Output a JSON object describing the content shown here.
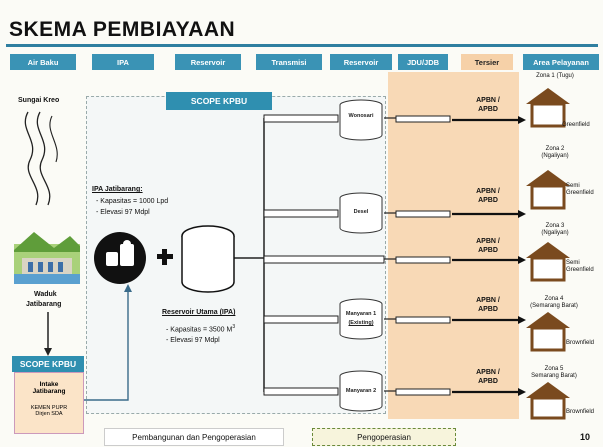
{
  "title": "SKEMA PEMBIAYAAN",
  "headers": [
    "Air Baku",
    "IPA",
    "Reservoir",
    "Transmisi",
    "Reservoir",
    "JDU/JDB",
    "Tersier",
    "Area Pelayanan"
  ],
  "scope_main": "SCOPE KPBU",
  "scope_left": "SCOPE KPBU",
  "source": {
    "name": "Sungai Kreo",
    "waduk_line1": "Waduk",
    "waduk_line2": "Jatibarang"
  },
  "intake": {
    "line1": "Intake",
    "line2": "Jatibarang",
    "owner_line1": "KEMEN PUPR",
    "owner_line2": "Dirjen SDA"
  },
  "ipa": {
    "title": "IPA Jatibarang:",
    "capacity": "- Kapasitas = 1000 Lpd",
    "elevation": "- Elevasi 97 Mdpl"
  },
  "reservoir_main": {
    "title": "Reservoir Utama (IPA)",
    "capacity": "- Kapasitas = 3500 M",
    "capacity_sup": "3",
    "elevation": "- Elevasi 97 Mdpl"
  },
  "reservoirs": [
    {
      "name": "Wonosari"
    },
    {
      "name": "Desel"
    },
    {
      "name": "Manyaran 1",
      "note": "(Existing)"
    },
    {
      "name": "Manyaran 2"
    }
  ],
  "funding": [
    {
      "line1": "APBN /",
      "line2": "APBD"
    },
    {
      "line1": "APBN /",
      "line2": "APBD"
    },
    {
      "line1": "APBN /",
      "line2": "APBD"
    },
    {
      "line1": "APBN /",
      "line2": "APBD"
    },
    {
      "line1": "APBN /",
      "line2": "APBD"
    }
  ],
  "zones": [
    {
      "name": "Zona 1 (Tugu)",
      "sub": "",
      "type": "Greenfield"
    },
    {
      "name": "Zona 2",
      "sub": "(Ngaliyan)",
      "type": "Semi Greenfield"
    },
    {
      "name": "Zona 3",
      "sub": "(Ngaliyan)",
      "type": "Semi Greenfield"
    },
    {
      "name": "Zona 4",
      "sub": "(Semarang Barat)",
      "type": "Brownfield"
    },
    {
      "name": "Zona 5",
      "sub": "Semarang Barat)",
      "type": "Brownfield"
    }
  ],
  "footer": {
    "left": "Pembangunan dan Pengoperasian",
    "right": "Pengoperasian"
  },
  "page_number": "10",
  "colors": {
    "header": "#3a93b5",
    "scope": "#2f8fb0",
    "tersier": "#f8d9b6",
    "house": "#7a4a1e"
  }
}
